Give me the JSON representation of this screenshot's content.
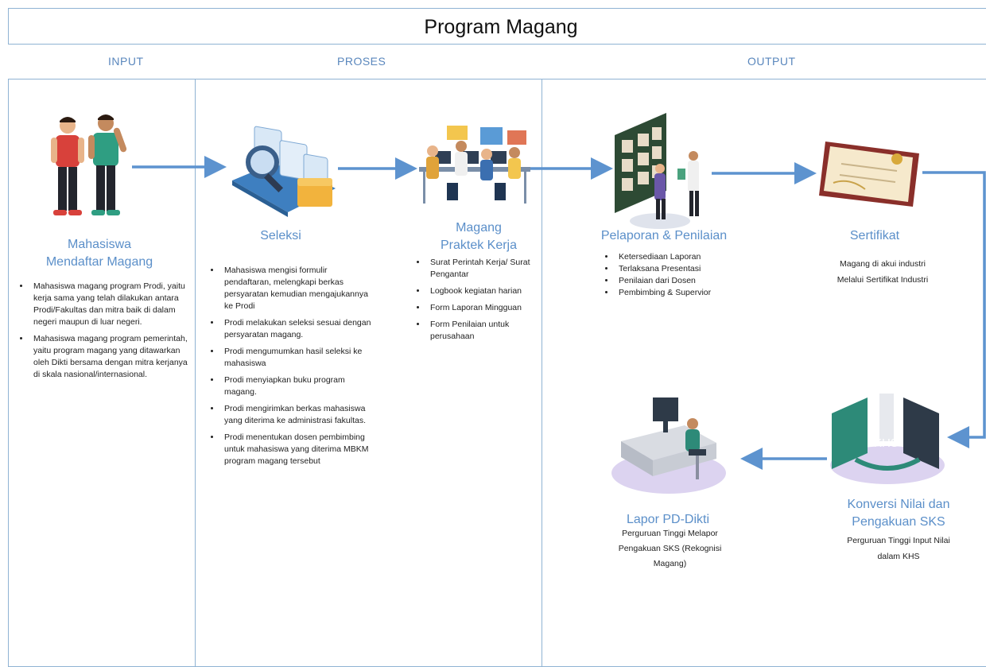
{
  "title": "Program Magang",
  "columns": {
    "input": "INPUT",
    "proses": "PROSES",
    "output": "OUTPUT"
  },
  "steps": {
    "mahasiswa": {
      "title": [
        "Mahasiswa",
        "Mendaftar Magang"
      ],
      "items": [
        "Mahasiswa magang program Prodi, yaitu kerja sama yang telah dilakukan antara Prodi/Fakultas dan mitra baik di dalam negeri maupun di luar negeri.",
        "Mahasiswa magang program pemerintah, yaitu program magang yang ditawarkan oleh Dikti bersama dengan mitra kerjanya di skala nasional/internasional."
      ]
    },
    "seleksi": {
      "title": "Seleksi",
      "items": [
        "Mahasiswa mengisi formulir pendaftaran, melengkapi berkas persyaratan kemudian mengajukannya ke Prodi",
        "Prodi melakukan seleksi sesuai dengan persyaratan magang.",
        "Prodi mengumumkan hasil seleksi ke mahasiswa",
        "Prodi menyiapkan buku program magang.",
        "Prodi mengirimkan berkas mahasiswa yang diterima ke administrasi fakultas.",
        "Prodi menentukan dosen pembimbing untuk mahasiswa yang diterima MBKM program magang tersebut"
      ]
    },
    "magang": {
      "title": [
        "Magang",
        "Praktek Kerja"
      ],
      "items": [
        "Surat Perintah Kerja/ Surat Pengantar",
        "Logbook kegiatan harian",
        "Form Laporan Mingguan",
        "Form Penilaian untuk perusahaan"
      ]
    },
    "pelaporan": {
      "title": "Pelaporan & Penilaian",
      "items": [
        "Ketersediaan Laporan",
        "Terlaksana Presentasi",
        "Penilaian dari Dosen",
        "Pembimbing & Supervior"
      ]
    },
    "sertifikat": {
      "title": "Sertifikat",
      "lines": [
        "Magang di akui industri",
        "Melalui Sertifikat Industri"
      ]
    },
    "konversi": {
      "title": [
        "Konversi Nilai dan",
        "Pengakuan SKS"
      ],
      "lines": [
        "Perguruan Tinggi Input Nilai",
        "dalam KHS"
      ],
      "badge": "KHS"
    },
    "lapor": {
      "title": "Lapor PD-Dikti",
      "lines": [
        "Perguruan Tinggi Melapor",
        "Pengakuan SKS (Rekognisi",
        "Magang)"
      ]
    }
  },
  "colors": {
    "accent": "#5b8fc9",
    "border": "#8fb3d3",
    "arrow": "#5d93cf"
  },
  "icons": [
    "students-illustration",
    "selection-illustration",
    "workplace-illustration",
    "presentation-illustration",
    "certificate-illustration",
    "khs-conversion-illustration",
    "reporting-desk-illustration"
  ]
}
